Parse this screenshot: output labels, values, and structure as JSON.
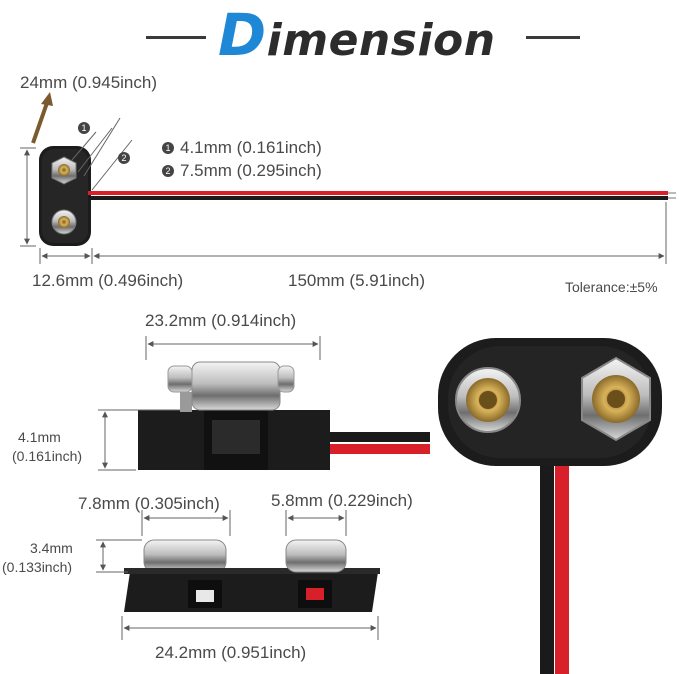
{
  "title": {
    "first_letter": "D",
    "rest": "imension",
    "accent_color": "#1e88d6"
  },
  "top_view": {
    "height_label": "24mm (0.945inch)",
    "callout_1_marker": "1",
    "callout_2_marker": "2",
    "callout_1": "4.1mm (0.161inch)",
    "callout_2": "7.5mm (0.295inch)",
    "width_label": "12.6mm (0.496inch)",
    "wire_length_label": "150mm (5.91inch)",
    "tolerance": "Tolerance:±5%"
  },
  "side_view": {
    "terminal_width": "23.2mm (0.914inch)",
    "height_value": "4.1mm",
    "height_inch": "(0.161inch)"
  },
  "front_view": {
    "large_terminal": "7.8mm (0.305inch)",
    "small_terminal": "5.8mm (0.229inch)",
    "height_value": "3.4mm",
    "height_inch": "(0.133inch)",
    "body_width": "24.2mm (0.951inch)"
  },
  "colors": {
    "wire_red": "#d8202a",
    "wire_black": "#1a1a1a",
    "body_black": "#1c1c1c",
    "terminal_gold": "#c9a24a",
    "terminal_silver": "#c8c8c8"
  }
}
